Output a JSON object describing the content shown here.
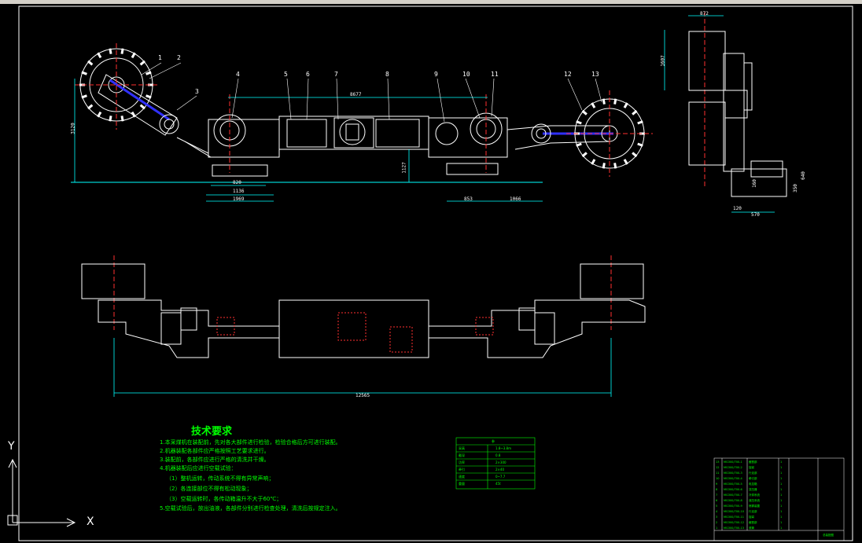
{
  "tech_requirements": {
    "title": "技术要求",
    "lines": [
      "1.本采煤机在装配前，先对各大部件进行检验，检验合格后方可进行装配。",
      "2.机器装配各部件应严格按照工艺要求进行。",
      "3.装配前，各部件应进行严格的清洗并干燥。",
      "4.机器装配后应进行空载试验：",
      "（1）整机运转，传动系统不得有异常声响；",
      "（2）各连接部位不得有松动现象；",
      "（3）空载运转时，各传动箱温升不大于60℃；",
      "5.空载试验后，放出油液，各部件分别进行检查处理，清洗后按规定注入。"
    ]
  },
  "callouts": [
    "1",
    "2",
    "3",
    "4",
    "5",
    "6",
    "7",
    "8",
    "9",
    "10",
    "11",
    "12",
    "13"
  ],
  "dimensions": {
    "overall_span": "8677",
    "left_h": "3120",
    "mid_h": "1127",
    "left_w1": "820",
    "left_w2": "1136",
    "left_w3": "1969",
    "right_w1": "853",
    "right_w2": "1066",
    "bottom_overall": "12565",
    "side_top": "872",
    "side_h": "1607",
    "side_w": "570",
    "side_small1": "160",
    "side_small2": "120",
    "side_small3": "640",
    "side_small4": "350"
  },
  "axis": {
    "x_label": "X",
    "y_label": "Y"
  },
  "tech_table": {
    "header": "参",
    "rows": [
      [
        "采高",
        "1.8~3.8m"
      ],
      [
        "截深",
        "0.8"
      ],
      [
        "功率",
        "2×300"
      ],
      [
        "牵引",
        "2×40"
      ],
      [
        "速度",
        "0~7.7"
      ],
      [
        "重量",
        "45t"
      ]
    ]
  },
  "bom": {
    "rows": [
      [
        "13",
        "MG300/700-1",
        "截割部",
        "1"
      ],
      [
        "12",
        "MG300/700-2",
        "摇臂",
        "1"
      ],
      [
        "11",
        "MG300/700-3",
        "行走部",
        "1"
      ],
      [
        "10",
        "MG300/700-4",
        "牵引部",
        "1"
      ],
      [
        "9",
        "MG300/700-5",
        "电控箱",
        "1"
      ],
      [
        "8",
        "MG300/700-6",
        "变压器",
        "1"
      ],
      [
        "7",
        "MG300/700-7",
        "冷却系统",
        "1"
      ],
      [
        "6",
        "MG300/700-8",
        "液压系统",
        "1"
      ],
      [
        "5",
        "MG300/700-9",
        "喷雾装置",
        "1"
      ],
      [
        "4",
        "MG300/700-10",
        "行走部",
        "1"
      ],
      [
        "3",
        "MG300/700-11",
        "摇臂",
        "1"
      ],
      [
        "2",
        "MG300/700-12",
        "截割部",
        "1"
      ],
      [
        "1",
        "MG300/700-13",
        "滚筒",
        "1"
      ]
    ],
    "footer": "总装配图"
  }
}
